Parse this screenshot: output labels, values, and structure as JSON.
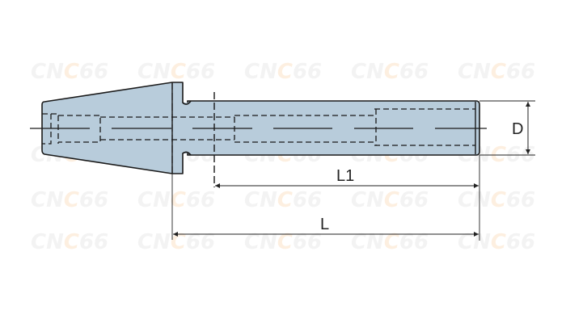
{
  "drawing": {
    "type": "technical-drawing",
    "subject": "tool holder extension shank",
    "dimensions": {
      "D": "D",
      "L1": "L1",
      "L": "L"
    },
    "watermark": {
      "text_prefix": "CN",
      "text_accent": "C",
      "text_suffix": "66"
    },
    "colors": {
      "body_fill": "#b8ccdb",
      "outline": "#1a1a1a",
      "dimension_line": "#222222",
      "watermark_gray": "#f2f2f2",
      "watermark_orange": "#fdeedd",
      "background": "#ffffff"
    }
  }
}
